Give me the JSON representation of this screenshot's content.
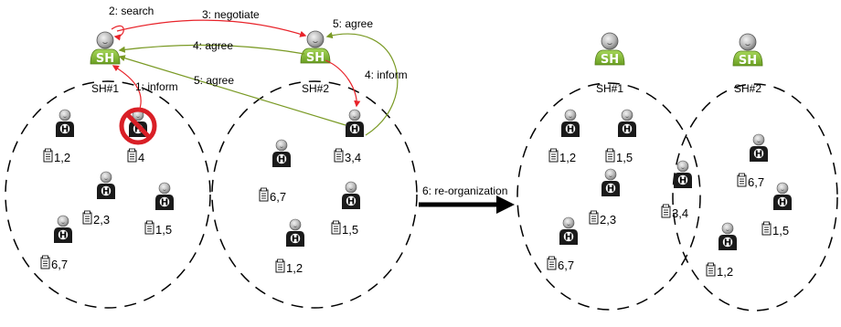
{
  "left": {
    "sh1_label": "SH#1",
    "sh2_label": "SH#2",
    "holder_sets": {
      "a": "1,2",
      "b": "4",
      "c": "2,3",
      "d": "1,5",
      "e": "6,7",
      "f": "3,4",
      "g": "6,7",
      "h": "1,5",
      "i": "1,2"
    },
    "arrows": {
      "search": "2: search",
      "negotiate": "3: negotiate",
      "agree_top": "4: agree",
      "agree_mid": "5: agree",
      "agree_right": "5: agree",
      "inform1": "1: inform",
      "inform2": "4: inform"
    }
  },
  "middle_arrow_label": "6: re-organization",
  "right": {
    "sh1_label": "SH#1",
    "sh2_label": "SH#2",
    "holder_sets": {
      "a": "1,2",
      "b": "1,5",
      "c": "2,3",
      "d": "6,7",
      "e": "3,4",
      "f": "6,7",
      "g": "1,5",
      "h": "1,2"
    }
  },
  "icons": {
    "super_holder": "sh-person-icon",
    "holder": "holder-person-icon",
    "document": "document-icon",
    "prohibited": "prohibited-icon"
  },
  "colors": {
    "red_arrow": "#e8232a",
    "green_arrow": "#7a9a25",
    "sh_green": "#8dc63f",
    "prohibit_red": "#d91f26"
  }
}
